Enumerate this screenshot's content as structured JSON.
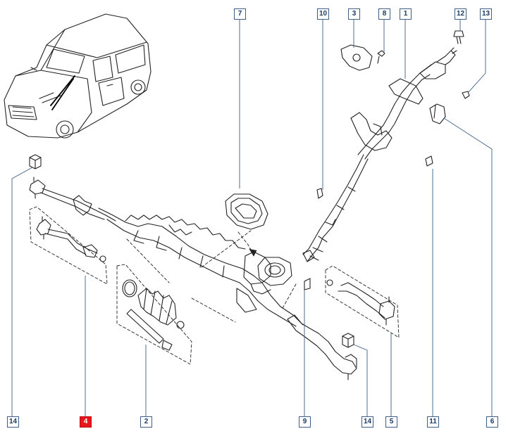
{
  "diagram": {
    "callouts": [
      {
        "id": "c1",
        "label": "1"
      },
      {
        "id": "c2",
        "label": "2"
      },
      {
        "id": "c3",
        "label": "3"
      },
      {
        "id": "c4",
        "label": "4",
        "highlighted": true
      },
      {
        "id": "c5",
        "label": "5"
      },
      {
        "id": "c6",
        "label": "6"
      },
      {
        "id": "c7",
        "label": "7"
      },
      {
        "id": "c8",
        "label": "8"
      },
      {
        "id": "c9",
        "label": "9"
      },
      {
        "id": "c10",
        "label": "10"
      },
      {
        "id": "c11",
        "label": "11"
      },
      {
        "id": "c12",
        "label": "12"
      },
      {
        "id": "c13",
        "label": "13"
      },
      {
        "id": "c14a",
        "label": "14"
      },
      {
        "id": "c14b",
        "label": "14"
      }
    ],
    "colors": {
      "line": "#3f5e8a",
      "highlight": "#e8141c",
      "part_stroke": "#222222"
    }
  }
}
